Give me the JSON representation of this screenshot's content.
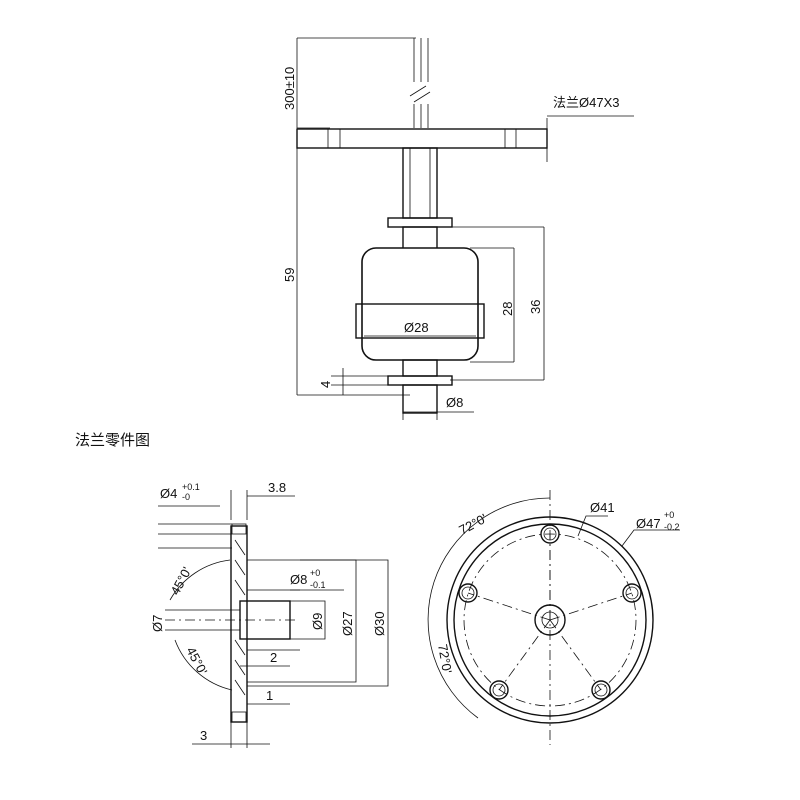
{
  "top_view": {
    "cable_length": "300±10",
    "flange_spec": "法兰Ø47X3",
    "total_height": "59",
    "float_height": "28",
    "float_travel": "36",
    "float_diameter": "Ø28",
    "bottom_gap": "4",
    "stem_diameter": "Ø8"
  },
  "flange_detail": {
    "caption": "法兰零件图",
    "hole_dia": "Ø4",
    "hole_tol_up": "+0.1",
    "hole_tol_low": "-0",
    "thickness_top": "3.8",
    "chamfer_upper": "45°0'",
    "chamfer_lower": "45°0'",
    "bore_dia": "Ø8",
    "bore_tol_up": "+0",
    "bore_tol_low": "-0.1",
    "dia_7": "Ø7",
    "dia_9": "Ø9",
    "dia_27": "Ø27",
    "dia_30": "Ø30",
    "dim_2": "2",
    "dim_1": "1",
    "dim_3": "3"
  },
  "flange_plan": {
    "angle_top": "72°0'",
    "angle_left": "72°0'",
    "pcd": "Ø41",
    "outer_dia": "Ø47",
    "outer_tol_up": "+0",
    "outer_tol_low": "-0.2"
  }
}
